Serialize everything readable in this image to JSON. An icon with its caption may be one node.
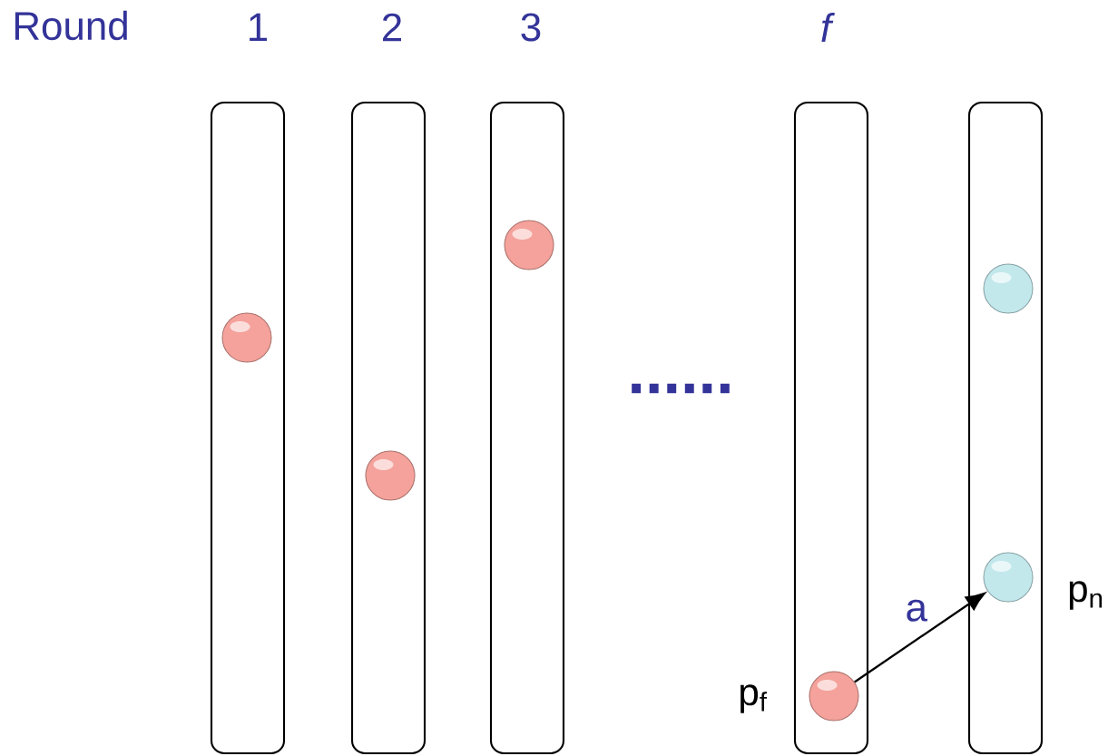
{
  "diagram": {
    "nodes": [
      {
        "text": [],
        "shape": "box"
      },
      {
        "text": [],
        "shape": "circle",
        "in": 0
      },
      {
        "text": [],
        "shape": "box"
      },
      {
        "text": [],
        "shape": "circle",
        "in": 2
      },
      {
        "text": [],
        "shape": "box"
      },
      {
        "text": [],
        "shape": "circle",
        "in": 4
      },
      {
        "text": [],
        "shape": "box"
      },
      {
        "text": [],
        "shape": "circle",
        "in": 6,
        "beside": [
          "p$_{f}$"
        ]
      },
      {
        "text": [],
        "shape": "box"
      },
      {
        "text": [],
        "shape": "circle",
        "in": 8
      },
      {
        "text": [],
        "shape": "circle",
        "in": 8,
        "beside": [
          "p$_{n}$"
        ]
      }
    ],
    "edges": [
      {
        "from": 7,
        "to": 10,
        "arrow": "to",
        "label": "a"
      }
    ],
    "labels": [
      "Round",
      "1",
      "2",
      "3",
      "f",
      "......"
    ]
  }
}
